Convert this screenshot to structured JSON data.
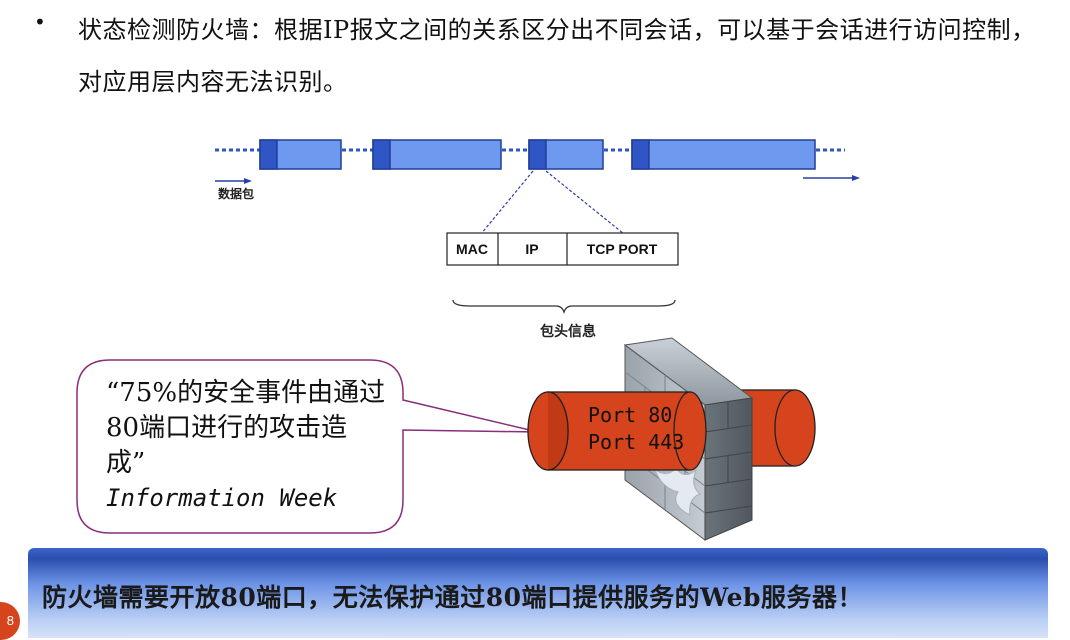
{
  "bullet": {
    "text": "状态检测防火墙：根据IP报文之间的关系区分出不同会话，可以基于会话进行访问控制，对应用层内容无法识别。"
  },
  "packet_diagram": {
    "packet_label": "数据包",
    "header_fields": [
      "MAC",
      "IP",
      "TCP PORT"
    ],
    "header_label": "包头信息",
    "colors": {
      "segment_fill": "#6f99ee",
      "segment_head": "#2f56c4",
      "arrow": "#2a3fa6"
    }
  },
  "callout": {
    "quote": "“75%的安全事件由通过80端口进行的攻击造成”",
    "source": "Information Week",
    "border_color": "#8a2d7a"
  },
  "firewall": {
    "port_lines": [
      "Port 80",
      "Port 443"
    ],
    "pipe_color": "#d5441c"
  },
  "banner": {
    "text": "防火墙需要开放80端口，无法保护通过80端口提供服务的Web服务器！"
  },
  "page": {
    "number": "8"
  }
}
